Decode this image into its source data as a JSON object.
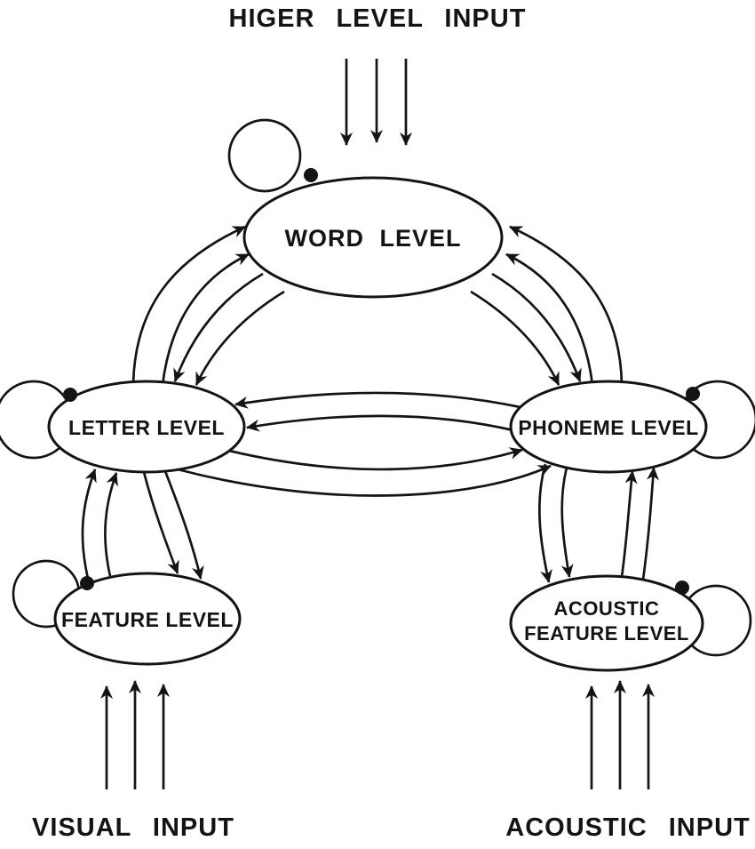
{
  "colors": {
    "ink": "#141414",
    "background": "#ffffff"
  },
  "labels": {
    "higher_input": "HIGER LEVEL INPUT",
    "visual_input": "VISUAL INPUT",
    "acoustic_input": "ACOUSTIC INPUT"
  },
  "nodes": {
    "word": {
      "label": "WORD LEVEL"
    },
    "letter": {
      "label": "LETTER LEVEL"
    },
    "phoneme": {
      "label": "PHONEME LEVEL"
    },
    "feature": {
      "label": "FEATURE LEVEL"
    },
    "acoustic_feature": {
      "label_line1": "ACOUSTIC",
      "label_line2": "FEATURE LEVEL"
    }
  },
  "connections": [
    {
      "from": "higher-level-input",
      "to": "word",
      "type": "input-arrows",
      "count": 3
    },
    {
      "from": "visual-input",
      "to": "feature",
      "type": "input-arrows",
      "count": 3
    },
    {
      "from": "acoustic-input",
      "to": "acoustic_feature",
      "type": "input-arrows",
      "count": 3
    },
    {
      "from": "word",
      "to": "letter",
      "type": "bidirectional-excitatory",
      "lines_each_way": 2
    },
    {
      "from": "word",
      "to": "phoneme",
      "type": "bidirectional-excitatory",
      "lines_each_way": 2
    },
    {
      "from": "letter",
      "to": "phoneme",
      "type": "bidirectional-excitatory",
      "lines_each_way": 2
    },
    {
      "from": "letter",
      "to": "feature",
      "type": "bidirectional-excitatory",
      "lines_each_way": 2
    },
    {
      "from": "phoneme",
      "to": "acoustic_feature",
      "type": "bidirectional-excitatory",
      "lines_each_way": 2
    },
    {
      "node": "word",
      "type": "self-inhibitory-loop"
    },
    {
      "node": "letter",
      "type": "self-inhibitory-loop"
    },
    {
      "node": "phoneme",
      "type": "self-inhibitory-loop"
    },
    {
      "node": "feature",
      "type": "self-inhibitory-loop"
    },
    {
      "node": "acoustic_feature",
      "type": "self-inhibitory-loop"
    }
  ]
}
